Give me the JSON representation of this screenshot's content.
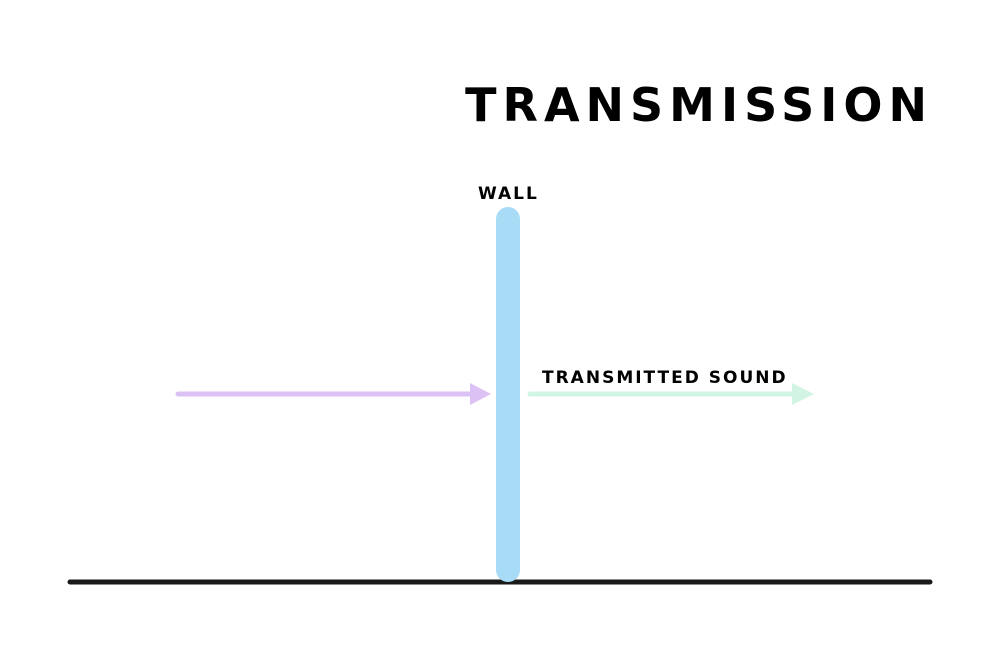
{
  "title": "TRANSMISSION",
  "wall_label": "WALL",
  "transmitted_label": "TRANSMITTED SOUND",
  "colors": {
    "wall": "#a8dcf6",
    "incident_arrow": "#dcc2f4",
    "transmitted_arrow": "#d2f4e4",
    "ground": "#1a1a1a"
  }
}
